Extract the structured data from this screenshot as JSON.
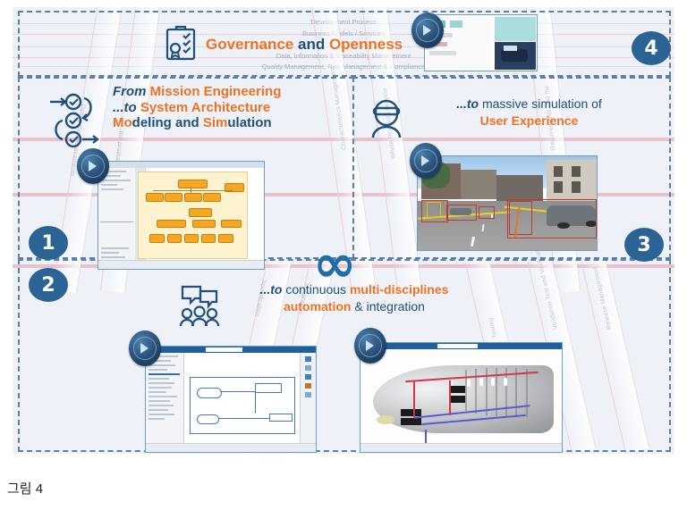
{
  "caption": "그림 4",
  "colors": {
    "orange": "#ef7222",
    "blue": "#1f4f7a",
    "badge_blue": "#2b6394",
    "panel_bg": "#eef2f8",
    "dashed_border": "#5b7fa6"
  },
  "quadrants": {
    "q1": {
      "number": "1",
      "headline_parts": [
        {
          "text": "From ",
          "color": "blue",
          "style": "italic"
        },
        {
          "text": "Mission Engineering",
          "color": "orange",
          "style": "normal"
        },
        {
          "text": "...to ",
          "color": "blue",
          "style": "italic"
        },
        {
          "text": "System Architecture",
          "color": "orange",
          "style": "normal"
        },
        {
          "text": "Mo",
          "color": "orange",
          "style": "normal"
        },
        {
          "text": "deling and ",
          "color": "blue",
          "style": "normal"
        },
        {
          "text": "Sim",
          "color": "orange",
          "style": "normal"
        },
        {
          "text": "ulation",
          "color": "blue",
          "style": "normal"
        }
      ],
      "line1_a": "From ",
      "line1_b": "Mission Engineering",
      "line2_a": "...to ",
      "line2_b": "System Architecture",
      "line3_a": "Mo",
      "line3_b": "deling and ",
      "line3_c": "Sim",
      "line3_d": "ulation",
      "icon": "checklist-flow-icon",
      "thumbnail": "sysml-architecture-modeling-screenshot"
    },
    "q2": {
      "number": "2",
      "line1_a": "...to ",
      "line1_b": "continuous ",
      "line1_c": "multi-disciplines",
      "line2_a": "automation",
      "line2_b": " & integration",
      "icon": "team-collaboration-icon",
      "thumbnail_left": "workflow-automation-application-screenshot",
      "thumbnail_right": "aircraft-fuselage-3d-cad-screenshot"
    },
    "q3": {
      "number": "3",
      "line1": "...to massive simulation of",
      "line1_prefix": "...to ",
      "line1_rest": "massive simulation of",
      "line2": "User Experience",
      "icon": "vr-headset-user-icon",
      "thumbnail": "autonomous-driving-street-scene-screenshot"
    },
    "q4": {
      "number": "4",
      "title_a": "Governance",
      "title_b": " and ",
      "title_c": "Openness",
      "icon": "clipboard-certificate-icon",
      "thumbnail": "governance-diagram-screenshot"
    }
  },
  "background_phases": [
    "Development Process",
    "Business Models / Services",
    "Data, Information & Traceability Management",
    "Quality Management, Risk Management & Compliance"
  ],
  "background_lanes": [
    "Define the Requirements",
    "the product",
    "Characteristics Management",
    "Whole Product Lifecycle",
    "Requirements and the",
    "Specification",
    "Integration",
    "Testing",
    "Validation Test and Verification",
    "Release Management"
  ],
  "center_symbol": "∞",
  "play_badge": "video-play-badge"
}
